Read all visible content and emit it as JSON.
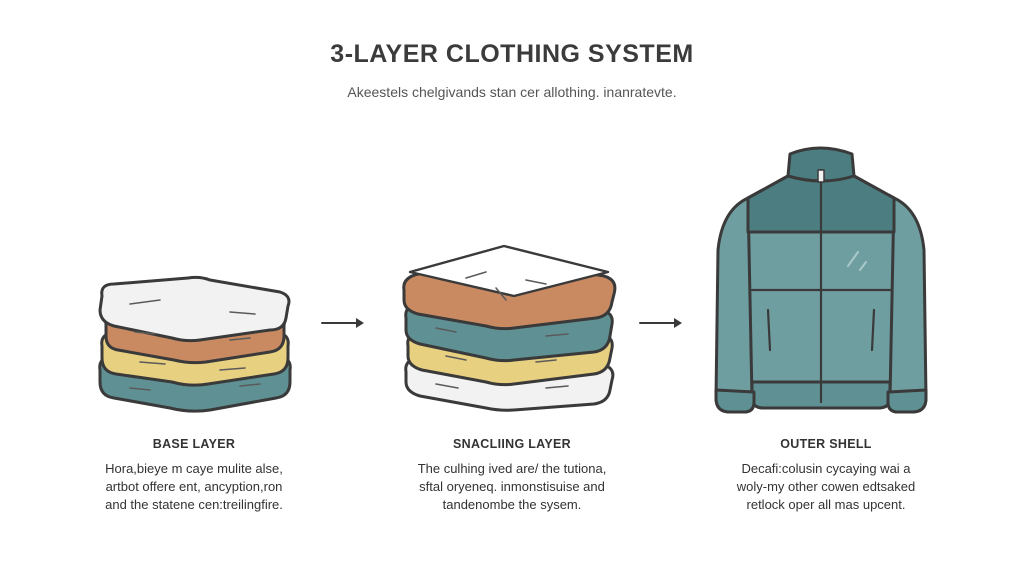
{
  "header": {
    "title": "3-LAYER CLOTHING SYSTEM",
    "subtitle": "Akeestels chelgivands stan cer allothing. inanratevte."
  },
  "columns": [
    {
      "label": "BASE LAYER",
      "desc": [
        "Hora,bieye m caye mulite alse,",
        "artbot offere ent, ancyption,ron",
        "and the statene cen:treilingfire."
      ]
    },
    {
      "label": "SNACLIING LAYER",
      "desc": [
        "The culhing ived are/ the tutiona,",
        "sftal oryeneq. inmonstisuise and",
        "tandenombe the sysem."
      ]
    },
    {
      "label": "OUTER SHELL",
      "desc": [
        "Decafi:colusin cycaying wai a",
        "woly-my other cowen edtsaked",
        "retlock oper all mas upcent."
      ]
    }
  ],
  "colors": {
    "white_layer": "#f2f2f2",
    "orange_layer": "#c98a62",
    "yellow_layer": "#e8d081",
    "teal_layer": "#5f9194",
    "jacket_light": "#6f9ea0",
    "jacket_dark": "#4c7d80",
    "outline": "#3a3a3a"
  },
  "icons": [
    "folded-stack-icon",
    "arrow-right-icon",
    "layered-stack-icon",
    "arrow-right-icon",
    "jacket-icon"
  ]
}
